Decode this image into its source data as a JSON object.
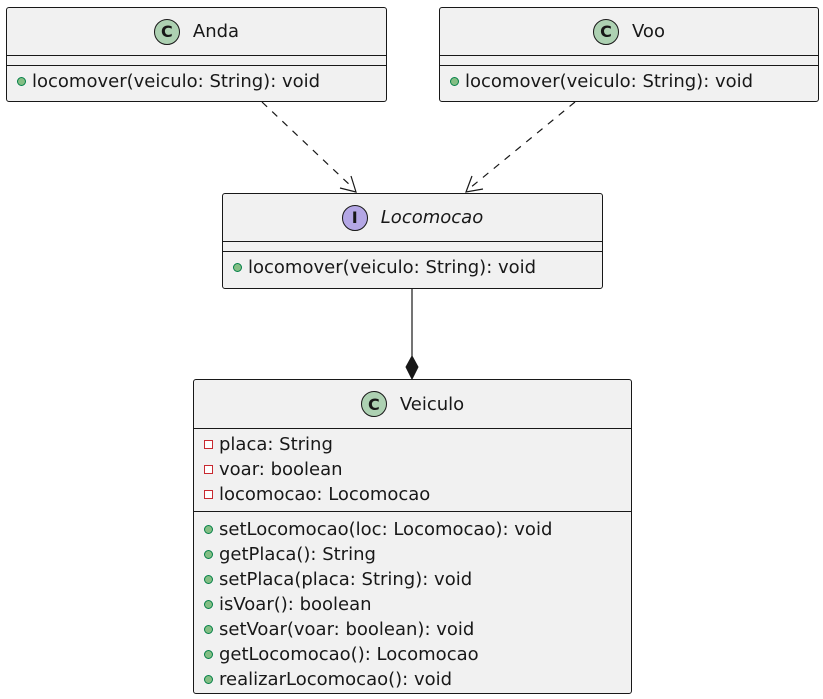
{
  "colors": {
    "class_fill": "#f1f1f1",
    "border": "#181818",
    "class_stereotype": "#add1b2",
    "interface_stereotype": "#b4a7e5",
    "public_visibility": "#84be84",
    "private_visibility": "#c82930"
  },
  "classes": {
    "anda": {
      "stereotype": "C",
      "name": "Anda",
      "methods": [
        "locomover(veiculo: String): void"
      ]
    },
    "voo": {
      "stereotype": "C",
      "name": "Voo",
      "methods": [
        "locomover(veiculo: String): void"
      ]
    },
    "locomocao": {
      "stereotype": "I",
      "name": "Locomocao",
      "methods": [
        "locomover(veiculo: String): void"
      ]
    },
    "veiculo": {
      "stereotype": "C",
      "name": "Veiculo",
      "fields": [
        "placa: String",
        "voar: boolean",
        "locomocao: Locomocao"
      ],
      "methods": [
        "setLocomocao(loc: Locomocao): void",
        "getPlaca(): String",
        "setPlaca(placa: String): void",
        "isVoar(): boolean",
        "setVoar(voar: boolean): void",
        "getLocomocao(): Locomocao",
        "realizarLocomocao(): void"
      ]
    }
  },
  "relations": [
    {
      "from": "Anda",
      "to": "Locomocao",
      "type": "realization"
    },
    {
      "from": "Voo",
      "to": "Locomocao",
      "type": "realization"
    },
    {
      "from": "Locomocao",
      "to": "Veiculo",
      "type": "composition"
    }
  ]
}
